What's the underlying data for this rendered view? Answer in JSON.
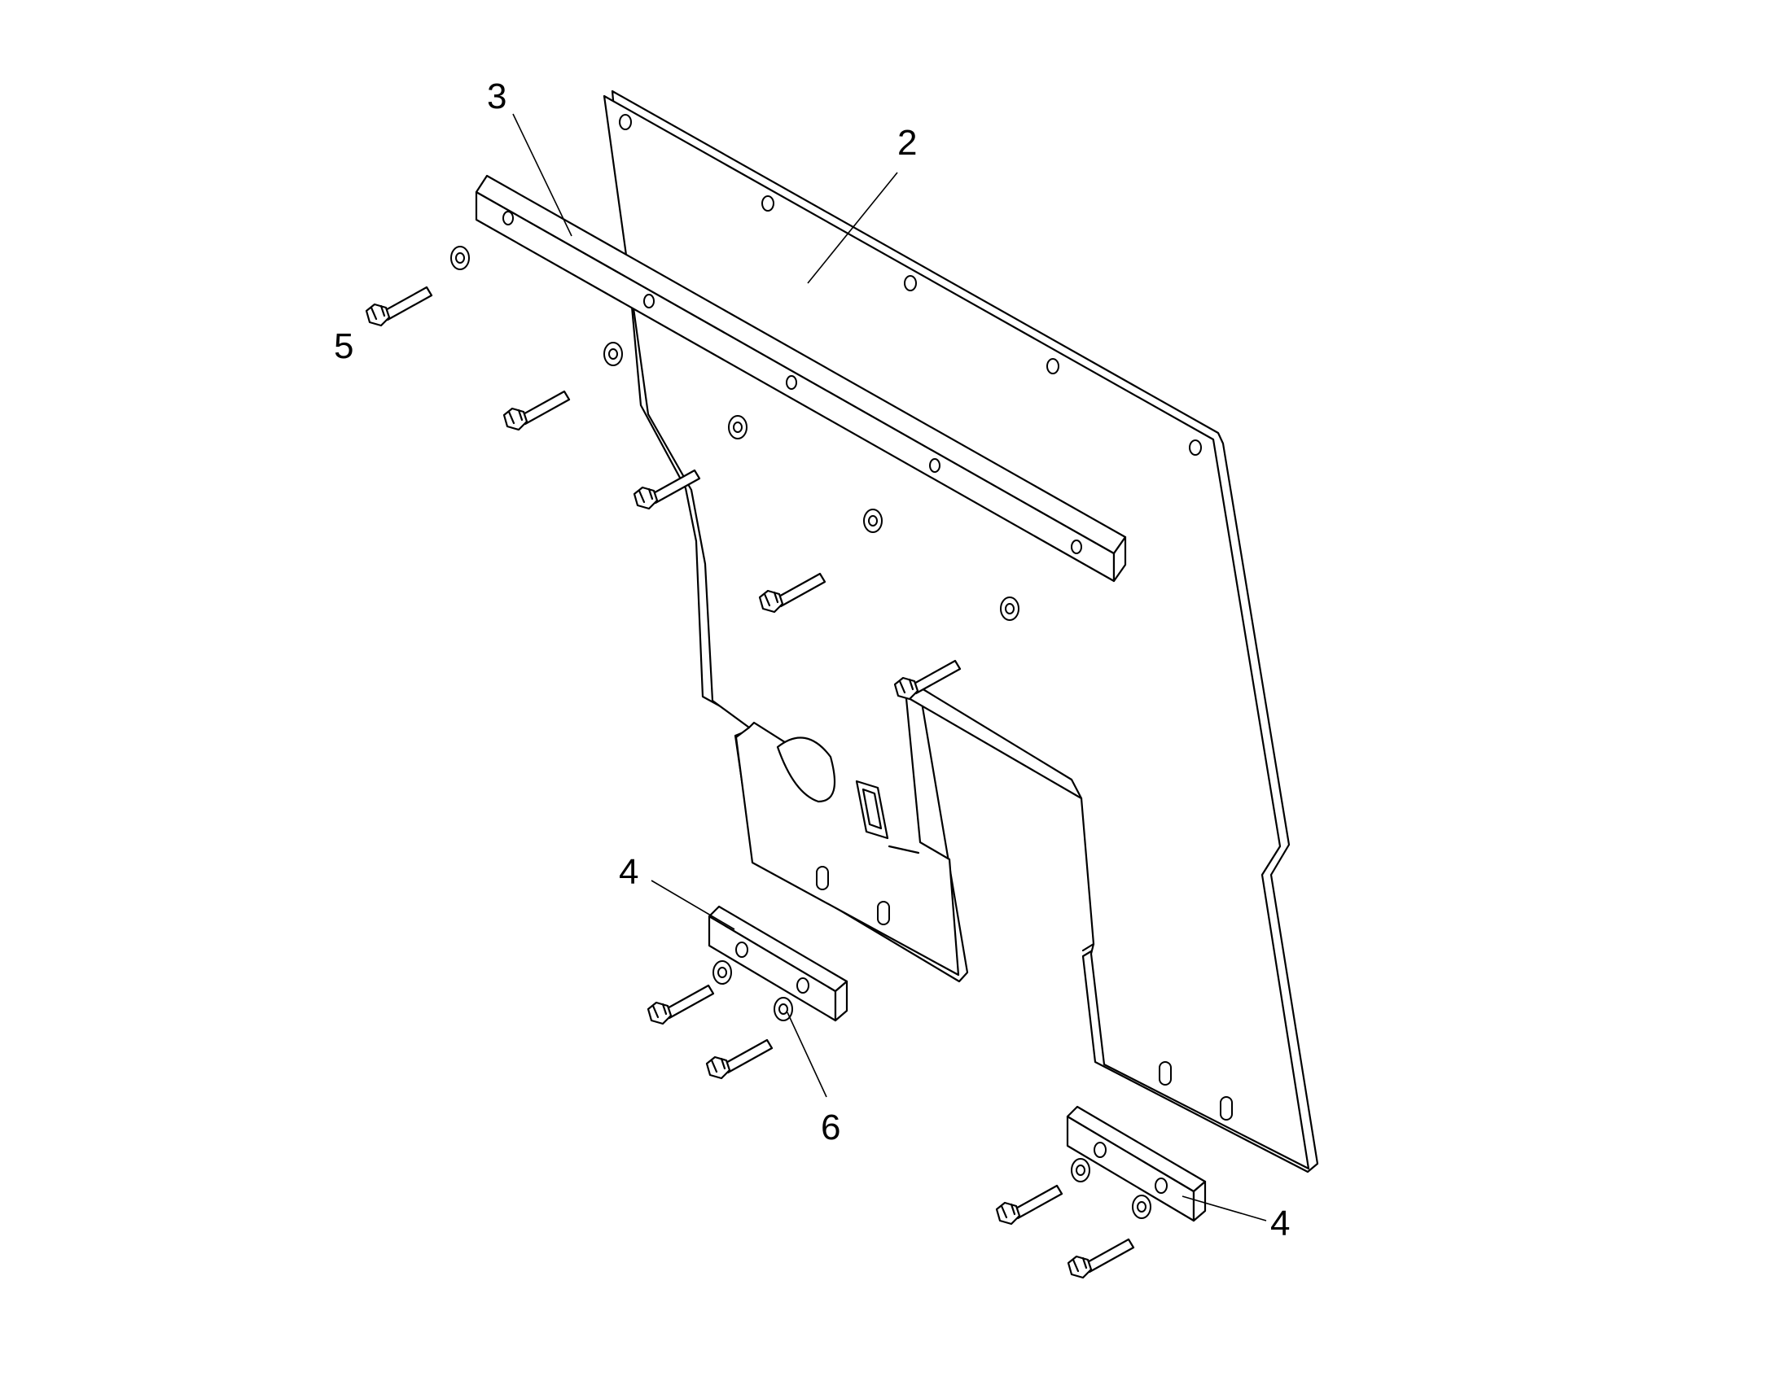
{
  "callouts": {
    "bracket": "2",
    "top_bar": "3",
    "spacer_left": "4",
    "spacer_right": "4",
    "bolt": "5",
    "washer": "6"
  },
  "colors": {
    "line": "#000000",
    "background": "#ffffff"
  }
}
